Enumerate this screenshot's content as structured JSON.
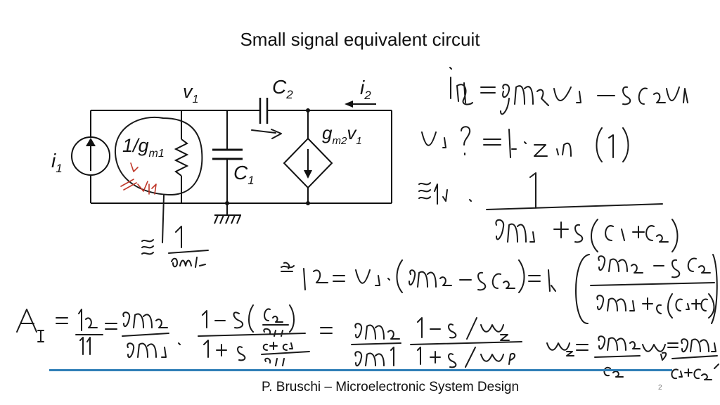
{
  "title": "Small signal equivalent circuit",
  "footer": {
    "author_course": "P. Bruschi – Microelectronic System Design",
    "page_number": "2"
  },
  "circuit": {
    "label_v1": "v",
    "label_v1_sub": "1",
    "label_c2": "C",
    "label_c2_sub": "2",
    "label_i2": "i",
    "label_i2_sub": "2",
    "label_gm2v1_g": "g",
    "label_gm2v1_sub": "m2",
    "label_gm2v1_v": "v",
    "label_gm2v1_v_sub": "1",
    "label_1gm1": "1/g",
    "label_1gm1_sub": "m1",
    "label_i1": "i",
    "label_i1_sub": "1",
    "label_c1": "C",
    "label_c1_sub": "1"
  },
  "colors": {
    "footer_line": "#2f7fb7",
    "annotation_red": "#c0392b",
    "ink": "#1a1a1a"
  }
}
